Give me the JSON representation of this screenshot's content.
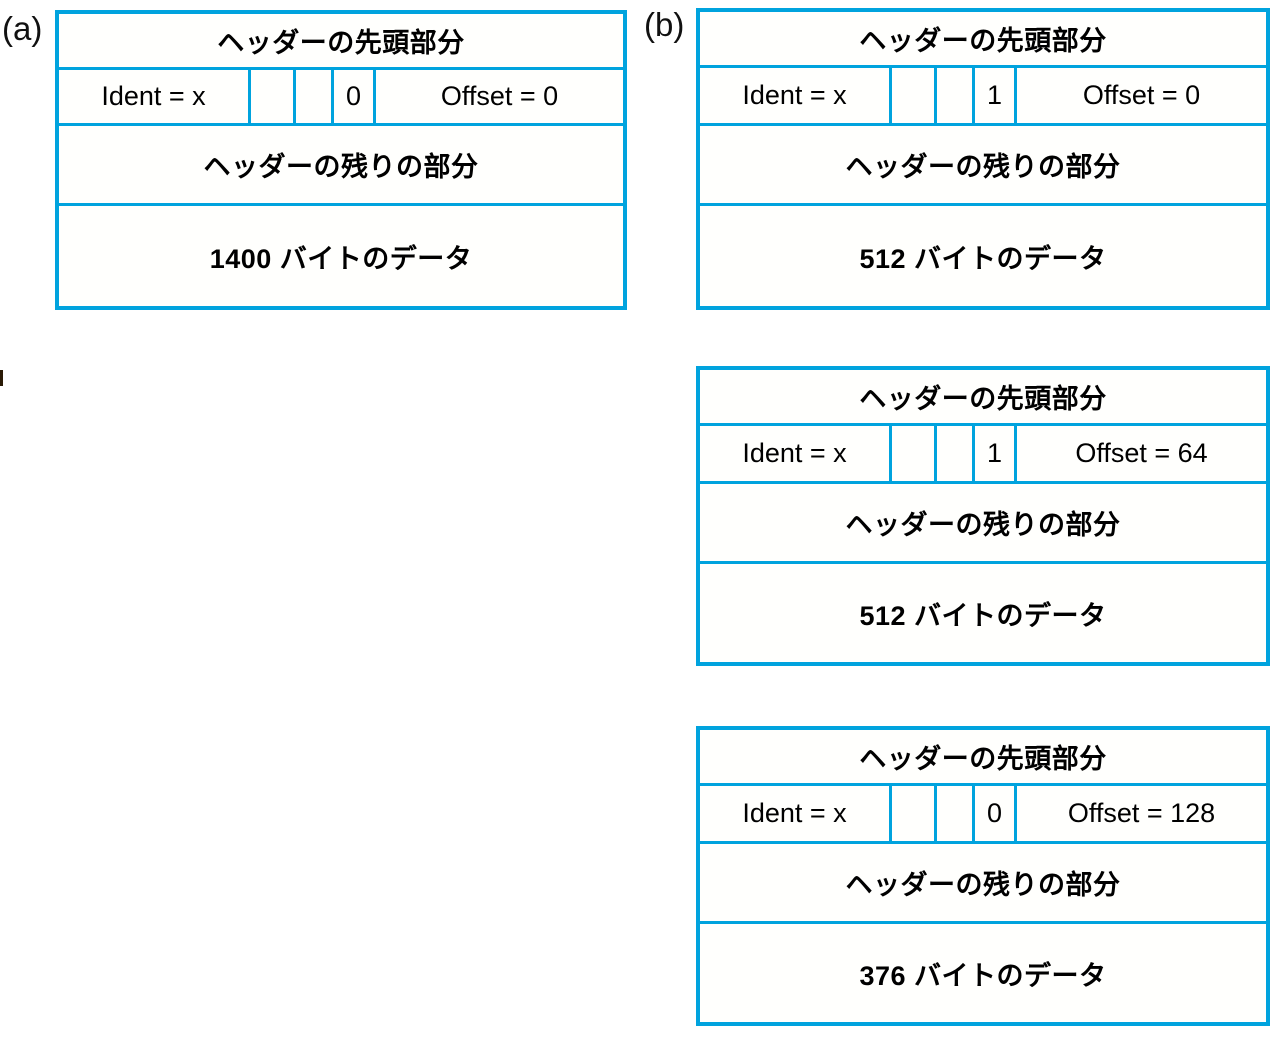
{
  "figure": {
    "type": "diagram",
    "topic": "IP fragmentation",
    "accent_color": "#00a3de",
    "text_color": "#000000",
    "background_color": "#ffffff"
  },
  "panels": [
    {
      "id": "a",
      "label": "(a)",
      "packets": [
        {
          "id": "a1",
          "header_top": "ヘッダーの先頭部分",
          "flags": {
            "ident": "Ident = x",
            "blank1": "",
            "blank2": "",
            "more_fragments": "0",
            "offset": "Offset = 0"
          },
          "header_rest": "ヘッダーの残りの部分",
          "data": "1400 バイトのデータ"
        }
      ]
    },
    {
      "id": "b",
      "label": "(b)",
      "packets": [
        {
          "id": "b1",
          "header_top": "ヘッダーの先頭部分",
          "flags": {
            "ident": "Ident = x",
            "blank1": "",
            "blank2": "",
            "more_fragments": "1",
            "offset": "Offset = 0"
          },
          "header_rest": "ヘッダーの残りの部分",
          "data": "512 バイトのデータ"
        },
        {
          "id": "b2",
          "header_top": "ヘッダーの先頭部分",
          "flags": {
            "ident": "Ident = x",
            "blank1": "",
            "blank2": "",
            "more_fragments": "1",
            "offset": "Offset = 64"
          },
          "header_rest": "ヘッダーの残りの部分",
          "data": "512 バイトのデータ"
        },
        {
          "id": "b3",
          "header_top": "ヘッダーの先頭部分",
          "flags": {
            "ident": "Ident = x",
            "blank1": "",
            "blank2": "",
            "more_fragments": "0",
            "offset": "Offset = 128"
          },
          "header_rest": "ヘッダーの残りの部分",
          "data": "376 バイトのデータ"
        }
      ]
    }
  ]
}
